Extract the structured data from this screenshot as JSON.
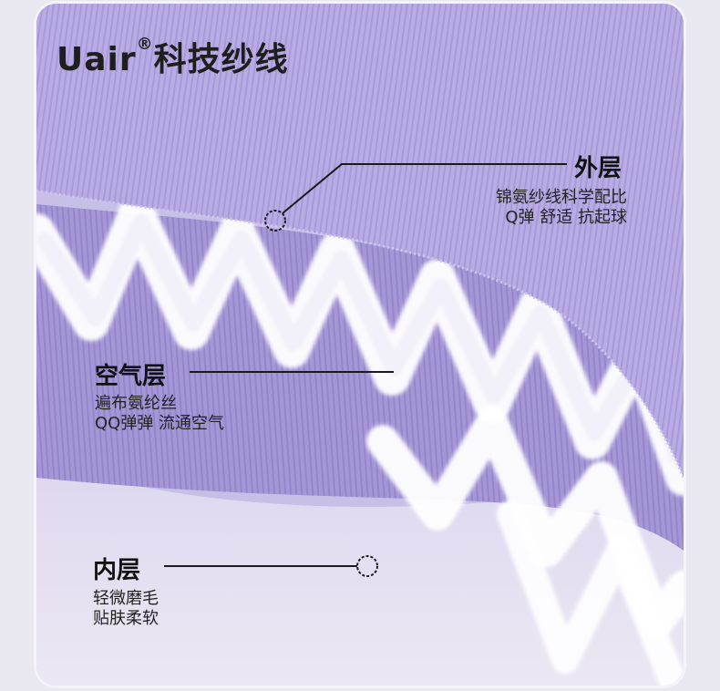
{
  "title": {
    "brand": "Uair",
    "reg": "®",
    "text": "科技纱线"
  },
  "outer": {
    "heading": "外层",
    "line1": "锦氨纱线科学配比",
    "line2": "Q弹 舒适 抗起球"
  },
  "air": {
    "heading": "空气层",
    "line1": "遍布氨纶丝",
    "line2": "QQ弹弹 流通空气"
  },
  "inner": {
    "heading": "内层",
    "line1": "轻微磨毛",
    "line2": "贴肤柔软"
  },
  "colors": {
    "outer_fabric": "#b6a8e2",
    "inner_fabric": "#e6e2f1",
    "fibre": "#ffffff",
    "background": "#e9e7ef"
  }
}
